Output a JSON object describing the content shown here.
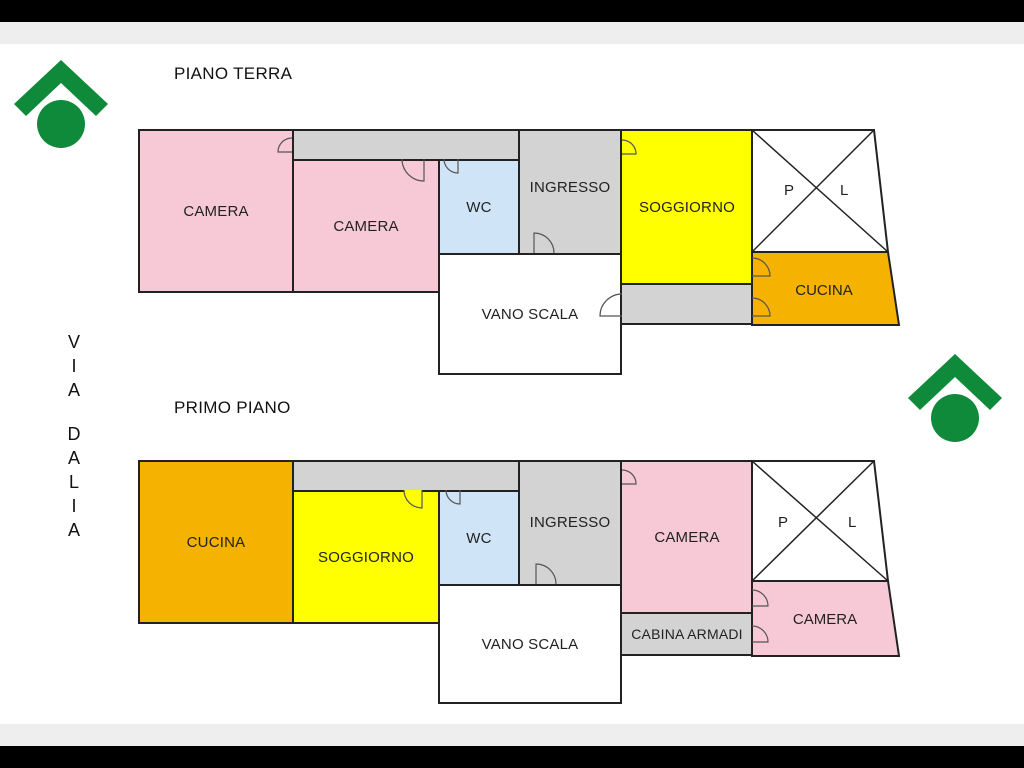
{
  "street": {
    "letters": [
      "V",
      "I",
      "A",
      "D",
      "A",
      "L",
      "I",
      "A"
    ]
  },
  "ground_floor": {
    "title": "PIANO TERRA",
    "rooms": {
      "camera_1": "CAMERA",
      "camera_2": "CAMERA",
      "wc": "WC",
      "ingresso": "INGRESSO",
      "soggiorno": "SOGGIORNO",
      "vano_scala": "VANO SCALA",
      "cucina": "CUCINA",
      "lightwell_p": "P",
      "lightwell_l": "L"
    }
  },
  "first_floor": {
    "title": "PRIMO PIANO",
    "rooms": {
      "cucina": "CUCINA",
      "soggiorno": "SOGGIORNO",
      "wc": "WC",
      "ingresso": "INGRESSO",
      "camera_1": "CAMERA",
      "vano_scala": "VANO SCALA",
      "cabina_armadi": "CABINA ARMADI",
      "camera_2": "CAMERA",
      "lightwell_p": "P",
      "lightwell_l": "L"
    }
  },
  "colors": {
    "logo_green": "#0e8a3a",
    "pink": "#f7c9d6",
    "blue": "#cfe4f7",
    "yellow": "#ffff00",
    "orange": "#f5b300",
    "grey": "#d3d3d3"
  }
}
